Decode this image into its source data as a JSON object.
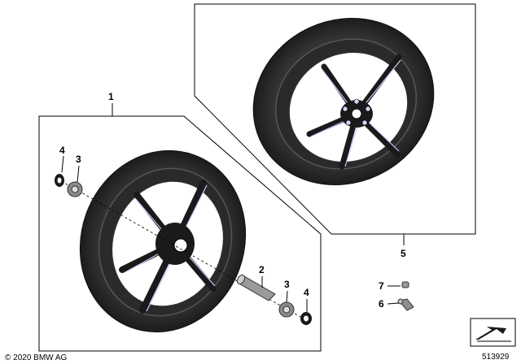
{
  "callouts": {
    "c1": "1",
    "c2": "2",
    "c3a": "3",
    "c3b": "3",
    "c4a": "4",
    "c4b": "4",
    "c5": "5",
    "c6": "6",
    "c7": "7"
  },
  "footer": {
    "copyright": "© 2020 BMW AG",
    "image_number": "513929"
  },
  "colors": {
    "tire": "#2b2b2b",
    "hub": "#1a1a1a",
    "accent": "#d8d2ff"
  }
}
